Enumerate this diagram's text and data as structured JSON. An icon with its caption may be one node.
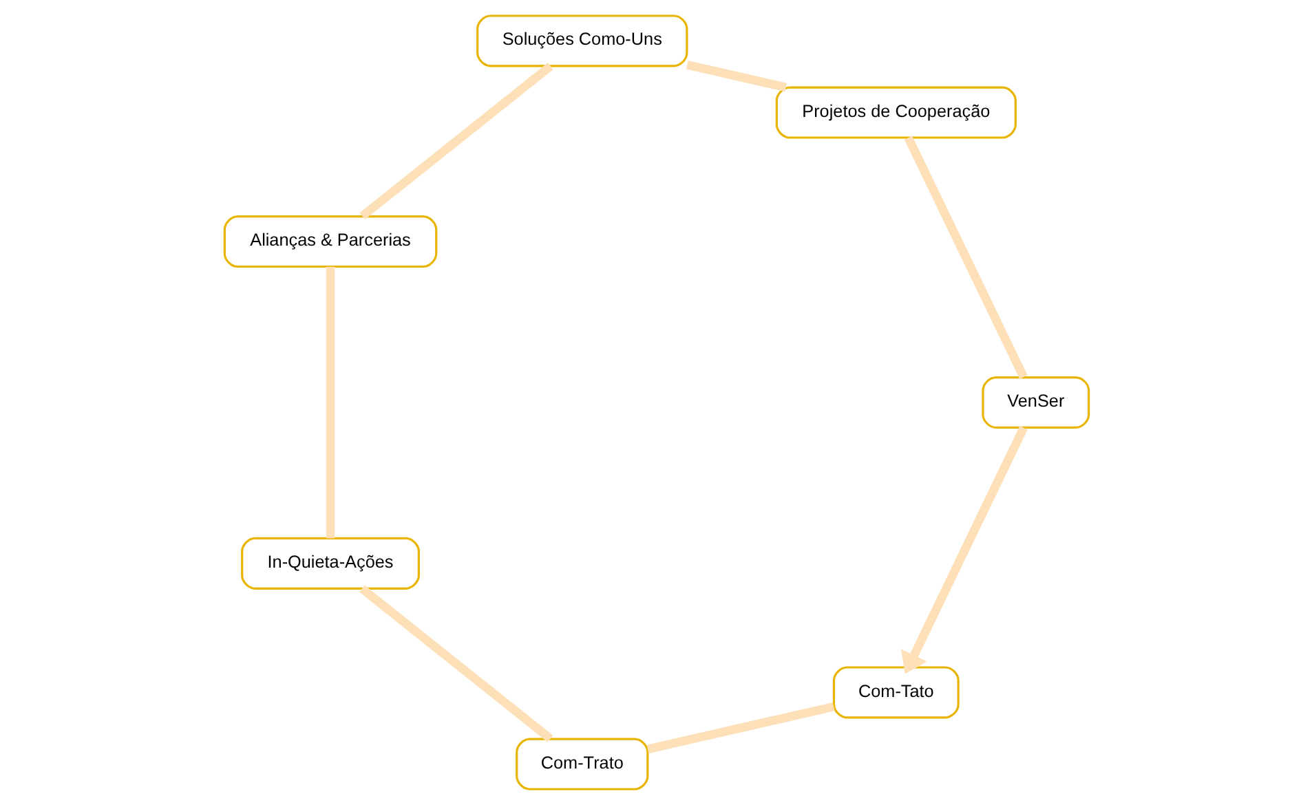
{
  "diagram": {
    "nodes": [
      {
        "text": [
          "Com-Tato"
        ]
      },
      {
        "text": [
          "Com-Trato"
        ]
      },
      {
        "text": [
          "In-Quieta-Ações"
        ]
      },
      {
        "text": [
          "Alianças & Parcerias"
        ]
      },
      {
        "text": [
          "Soluções Como-Uns"
        ]
      },
      {
        "text": [
          "Projetos de Cooperação"
        ]
      },
      {
        "text": [
          "VenSer"
        ]
      }
    ],
    "edges": [
      {
        "from": 0,
        "to": 1,
        "arrow": "none"
      },
      {
        "from": 1,
        "to": 2,
        "arrow": "none"
      },
      {
        "from": 2,
        "to": 3,
        "arrow": "none"
      },
      {
        "from": 3,
        "to": 4,
        "arrow": "none"
      },
      {
        "from": 4,
        "to": 5,
        "arrow": "none"
      },
      {
        "from": 5,
        "to": 6,
        "arrow": "none"
      },
      {
        "from": 6,
        "to": 0,
        "arrow": "to"
      }
    ]
  }
}
